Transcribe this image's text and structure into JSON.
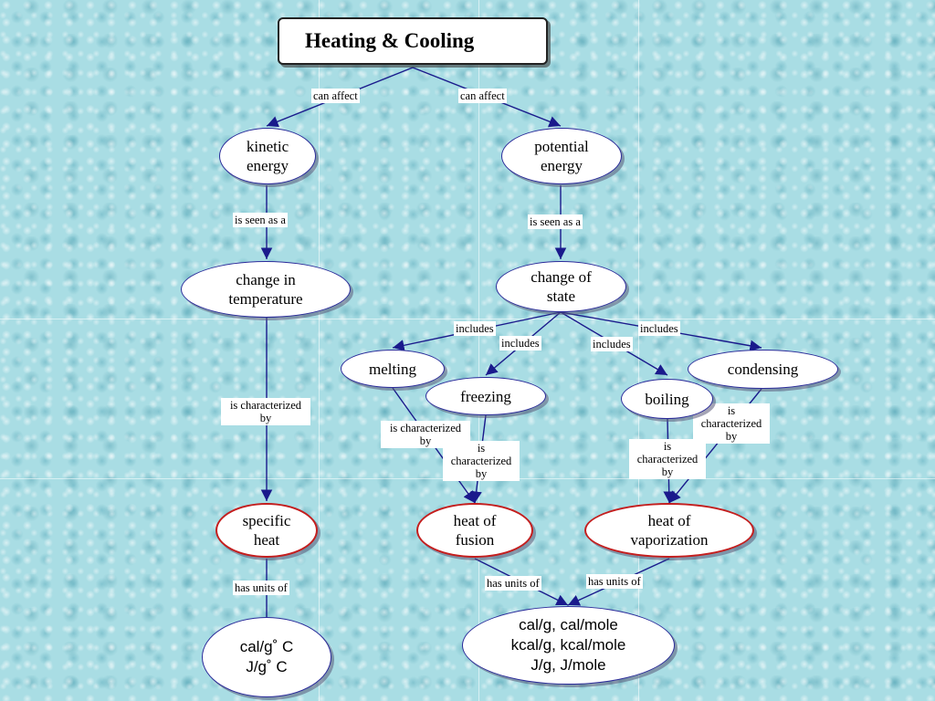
{
  "title": "Heating & Cooling",
  "nodes": {
    "kinetic_energy": "kinetic\nenergy",
    "potential_energy": "potential\nenergy",
    "change_in_temperature": "change in\ntemperature",
    "change_of_state": "change of\nstate",
    "melting": "melting",
    "freezing": "freezing",
    "boiling": "boiling",
    "condensing": "condensing",
    "specific_heat": "specific\nheat",
    "heat_of_fusion": "heat of\nfusion",
    "heat_of_vaporization": "heat of\nvaporization",
    "units_specific_heat": "cal/g˚ C\nJ/g˚ C",
    "units_latent_heat": "cal/g, cal/mole\nkcal/g, kcal/mole\nJ/g, J/mole"
  },
  "links": {
    "can_affect_left": "can affect",
    "can_affect_right": "can affect",
    "seen_as_left": "is seen as a",
    "seen_as_right": "is seen as a",
    "includes_1": "includes",
    "includes_2": "includes",
    "includes_3": "includes",
    "includes_4": "includes",
    "characterized_temp": "is characterized\nby",
    "characterized_melting": "is characterized\nby",
    "characterized_freezing": "is\ncharacterized\nby",
    "characterized_boiling": "is\ncharacterized\nby",
    "characterized_condensing": "is\ncharacterized\nby",
    "units_of_left": "has units of",
    "units_of_mid": "has units of",
    "units_of_right": "has units of"
  },
  "colors": {
    "background": "#a9dde4",
    "line": "#1a1a8c",
    "node_border": "#2b2b9a",
    "highlight_border": "#c41e1e"
  }
}
